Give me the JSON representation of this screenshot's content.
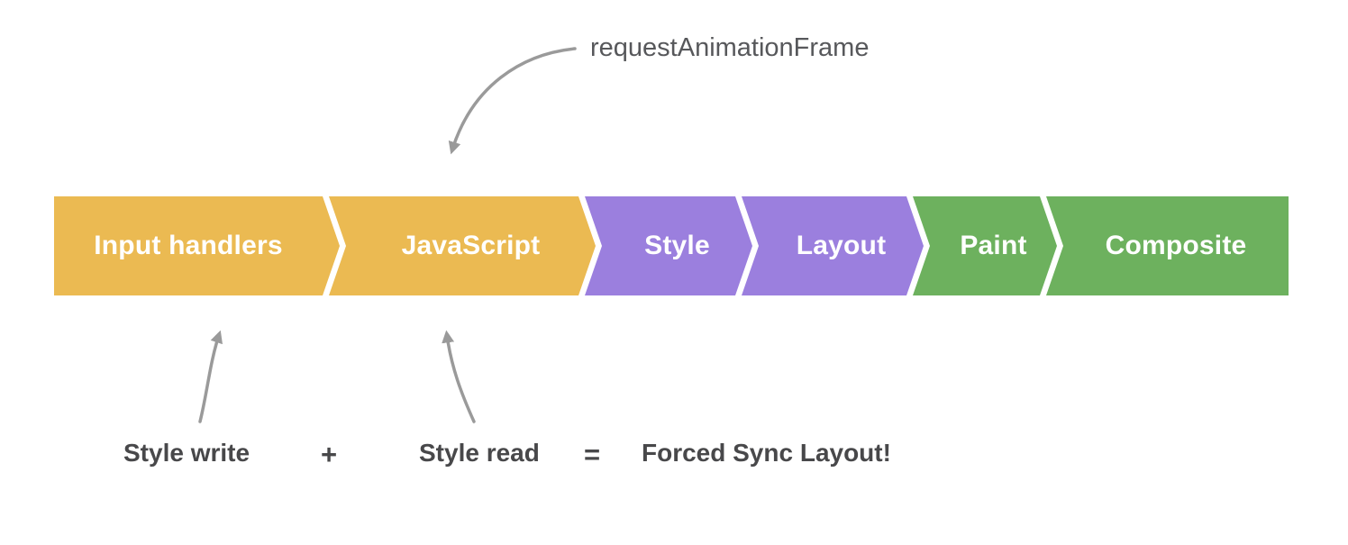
{
  "colors": {
    "background": "#FFFFFF",
    "stage_yellow": "#EBBA52",
    "stage_purple": "#9B7FDE",
    "stage_green": "#6DB15E",
    "segment_text": "#FFFFFF",
    "arrow_gray": "#9A9A9A",
    "raf_text": "#57585B",
    "equation_text": "#48484A"
  },
  "raf_annotation": {
    "label": "requestAnimationFrame"
  },
  "pipeline": {
    "segments": [
      {
        "label": "Input handlers",
        "color": "#EBBA52"
      },
      {
        "label": "JavaScript",
        "color": "#EBBA52"
      },
      {
        "label": "Style",
        "color": "#9B7FDE"
      },
      {
        "label": "Layout",
        "color": "#9B7FDE"
      },
      {
        "label": "Paint",
        "color": "#6DB15E"
      },
      {
        "label": "Composite",
        "color": "#6DB15E"
      }
    ]
  },
  "equation": {
    "style_write": "Style write",
    "plus": "+",
    "style_read": "Style read",
    "equals": "=",
    "result": "Forced Sync Layout!"
  }
}
